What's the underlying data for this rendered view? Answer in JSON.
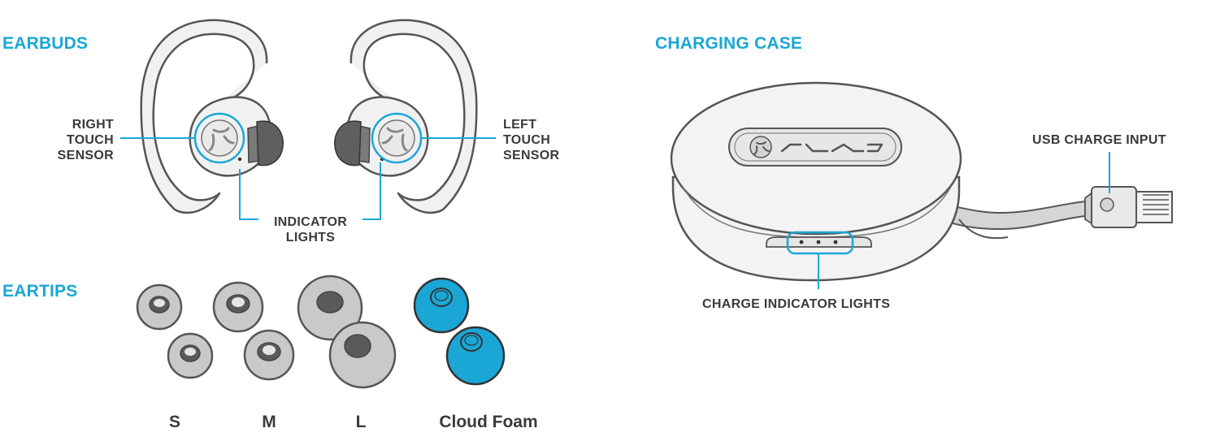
{
  "sections": {
    "earbuds": "EARBUDS",
    "eartips": "EARTIPS",
    "charging_case": "CHARGING CASE"
  },
  "callouts": {
    "right_touch_sensor": [
      "RIGHT",
      "TOUCH",
      "SENSOR"
    ],
    "left_touch_sensor": [
      "LEFT",
      "TOUCH",
      "SENSOR"
    ],
    "indicator_lights": [
      "INDICATOR",
      "LIGHTS"
    ],
    "usb_charge_input": "USB CHARGE INPUT",
    "charge_indicator_lights": "CHARGE INDICATOR LIGHTS"
  },
  "eartip_sizes": [
    "S",
    "M",
    "L",
    "Cloud Foam"
  ],
  "colors": {
    "accent": "#1aa7d6",
    "outline": "#555555",
    "tip_gray": "#c9c9c9",
    "tip_foam": "#1aa7d6",
    "text": "#3a3a3a"
  }
}
